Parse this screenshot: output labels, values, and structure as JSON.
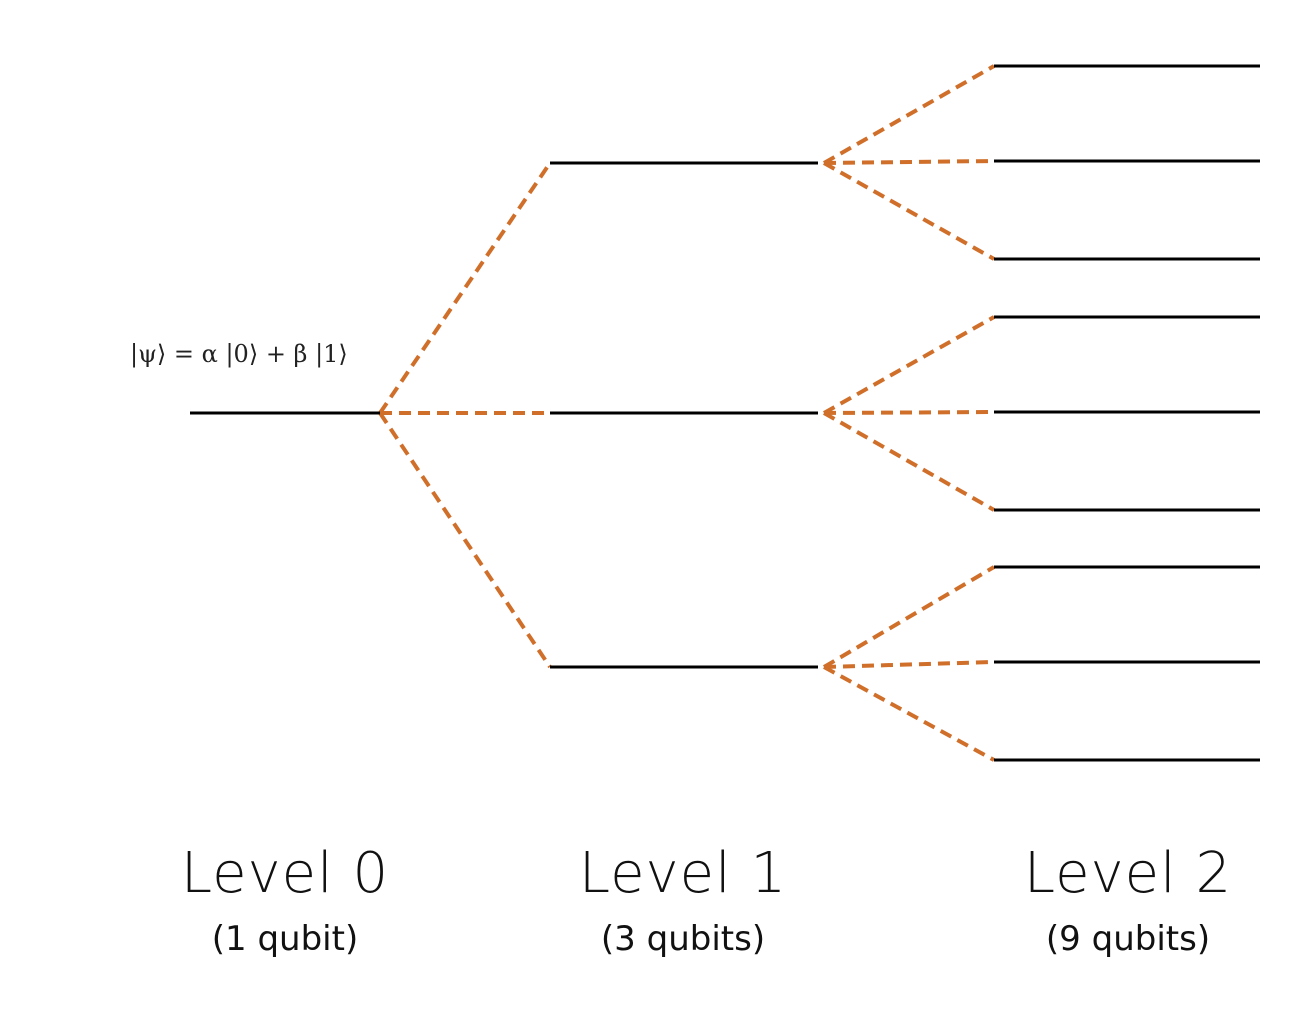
{
  "state_label": "|ψ⟩ = α |0⟩ + β |1⟩",
  "colors": {
    "qubit_line": "#000000",
    "connector": "#d06f2a"
  },
  "levels": [
    {
      "title": "Level 0",
      "subtitle": "(1 qubit)",
      "qubit_count": 1
    },
    {
      "title": "Level 1",
      "subtitle": "(3 qubits)",
      "qubit_count": 3
    },
    {
      "title": "Level 2",
      "subtitle": "(9 qubits)",
      "qubit_count": 9
    }
  ]
}
